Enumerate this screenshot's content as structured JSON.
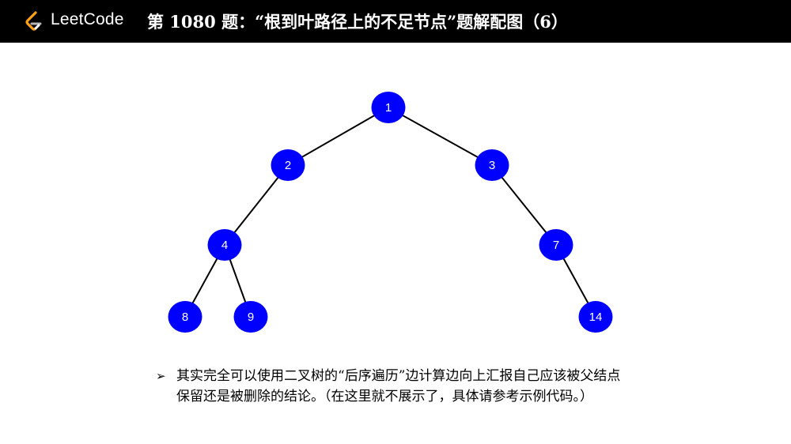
{
  "header": {
    "brand": "LeetCode",
    "title": "第 1080 题：“根到叶路径上的不足节点”题解配图（6）",
    "logo_icon": "leetcode-logo-icon",
    "background": "#000000"
  },
  "tree": {
    "node_color": "#0000ff",
    "edge_color": "#000000",
    "nodes": [
      {
        "id": "n1",
        "label": "1"
      },
      {
        "id": "n2",
        "label": "2"
      },
      {
        "id": "n3",
        "label": "3"
      },
      {
        "id": "n4",
        "label": "4"
      },
      {
        "id": "n7",
        "label": "7"
      },
      {
        "id": "n8",
        "label": "8"
      },
      {
        "id": "n9",
        "label": "9"
      },
      {
        "id": "n14",
        "label": "14"
      }
    ],
    "edges": [
      [
        "1",
        "2"
      ],
      [
        "1",
        "3"
      ],
      [
        "2",
        "4"
      ],
      [
        "3",
        "7"
      ],
      [
        "4",
        "8"
      ],
      [
        "4",
        "9"
      ],
      [
        "7",
        "14"
      ]
    ]
  },
  "note": {
    "bullet_icon": "arrow-bullet-icon",
    "line1": "其实完全可以使用二叉树的“后序遍历”边计算边向上汇报自己应该被父结点",
    "line2": "保留还是被删除的结论。（在这里就不展示了，具体请参考示例代码。）"
  }
}
